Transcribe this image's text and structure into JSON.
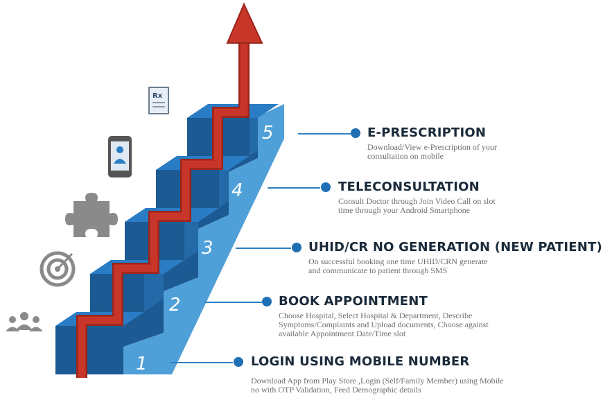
{
  "colors": {
    "step_top": "#2a7dc4",
    "step_front": "#1c5a93",
    "step_side": "#4f9fd8",
    "arrow": "#c8362a",
    "arrow_dark": "#9b2419",
    "bullet": "#1f6fb4",
    "title": "#1a2a3a",
    "desc": "#6e6e6e",
    "icon_gray": "#8a8a8a"
  },
  "icons": [
    "people-icon",
    "target-icon",
    "puzzle-icon",
    "mobile-doctor-icon",
    "prescription-icon"
  ],
  "steps": [
    {
      "number": "1",
      "title": "LOGIN USING MOBILE NUMBER",
      "desc_line1": "Download App from Play Store ,Login (Self/Family Member) using Mobile",
      "desc_line2": "no with OTP Validation, Feed Demographic details",
      "desc_line3": ""
    },
    {
      "number": "2",
      "title": "BOOK APPOINTMENT",
      "desc_line1": "Choose Hospital, Select Hospital & Department, Describe",
      "desc_line2": "Symptoms/Complaints and Upload documents, Choose against",
      "desc_line3": "available Appointment Date/Time slot"
    },
    {
      "number": "3",
      "title": "UHID/CR NO GENERATION (NEW PATIENT)",
      "desc_line1": "On successful booking one time UHID/CRN generate",
      "desc_line2": "and communicate to patient through SMS",
      "desc_line3": ""
    },
    {
      "number": "4",
      "title": "TELECONSULTATION",
      "desc_line1": "Consult Doctor through Join Video Call on slot",
      "desc_line2": "time through your Android Smartphone",
      "desc_line3": ""
    },
    {
      "number": "5",
      "title": "E-PRESCRIPTION",
      "desc_line1": "Download/View e-Prescription of your",
      "desc_line2": "consultation on mobile",
      "desc_line3": ""
    }
  ]
}
